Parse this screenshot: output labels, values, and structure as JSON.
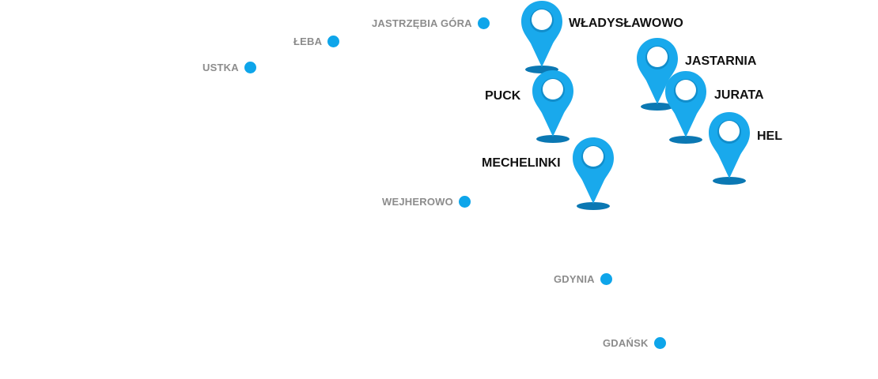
{
  "colors": {
    "dot": "#0ea5ea",
    "pin": "#19a9ec",
    "pin_shadow": "#0b78b3",
    "pin_hole": "#ffffff",
    "minor_label": "#8c8c8c",
    "major_label": "#111111"
  },
  "minor_towns": {
    "jastrzebia_gora": "JASTRZĘBIA GÓRA",
    "leba": "ŁEBA",
    "ustka": "USTKA",
    "wejherowo": "WEJHEROWO",
    "gdynia": "GDYNIA",
    "gdansk": "GDAŃSK"
  },
  "pinned_towns": {
    "wladyslawowo": "WŁADYSŁAWOWO",
    "jastarnia": "JASTARNIA",
    "puck": "PUCK",
    "jurata": "JURATA",
    "hel": "HEL",
    "mechelinki": "MECHELINKI"
  },
  "icons": {
    "town_marker": "dot-icon",
    "pin_marker": "map-pin-icon"
  }
}
